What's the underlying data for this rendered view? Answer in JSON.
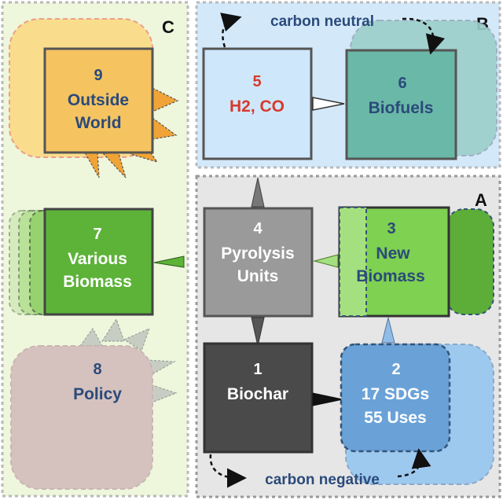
{
  "regions": {
    "a": {
      "letter": "A"
    },
    "b": {
      "letter": "B"
    },
    "c": {
      "letter": "C"
    }
  },
  "nodes": {
    "outside_world": {
      "number": "9",
      "line1": "Outside",
      "line2": "World"
    },
    "h2_co": {
      "number": "5",
      "line1": "H2, CO"
    },
    "biofuels": {
      "number": "6",
      "line1": "Biofuels"
    },
    "various_biomass": {
      "number": "7",
      "line1": "Various",
      "line2": "Biomass"
    },
    "pyrolysis_units": {
      "number": "4",
      "line1": "Pyrolysis",
      "line2": "Units"
    },
    "new_biomass": {
      "number": "3",
      "line1": "New",
      "line2": "Biomass"
    },
    "policy": {
      "number": "8",
      "line1": "Policy"
    },
    "biochar": {
      "number": "1",
      "line1": "Biochar"
    },
    "sdgs": {
      "number": "2",
      "line1": "17 SDGs",
      "line2": "55 Uses"
    }
  },
  "annotations": {
    "carbon_neutral": "carbon neutral",
    "carbon_negative": "carbon negative"
  },
  "colors": {
    "region_c_bg": "#eef6dc",
    "region_b_bg": "#d3e9fa",
    "region_a_bg": "#e6e6e6",
    "blue_text": "#2b4a7a",
    "red_text": "#d63a2e",
    "white_text": "#ffffff"
  }
}
